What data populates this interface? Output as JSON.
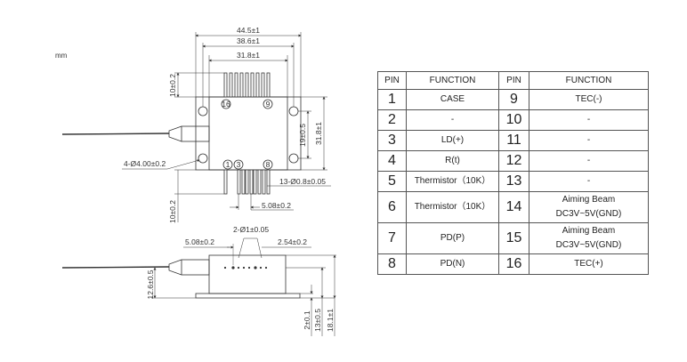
{
  "unit_label": "mm",
  "dimensions": {
    "top_view": {
      "width_outer": "44.5±1",
      "width_holes": "38.6±1",
      "width_body": "31.8±1",
      "pin_length_top": "10±0.2",
      "pin_length_bottom": "10±0.2",
      "hole_spacing": "19±0.5",
      "height": "31.8±1",
      "mount_holes": "4-Ø4.00±0.2",
      "pins": "13-Ø0.8±0.05",
      "pin_pitch": "5.08±0.2",
      "pin_labels": [
        "16",
        "9",
        "1",
        "3",
        "8"
      ]
    },
    "side_view": {
      "large_pins": "2-Ø1±0.05",
      "pitch_left": "5.08±0.2",
      "pitch_right": "2.54±0.2",
      "fiber_height": "12.6±0.5",
      "flange_thickness": "2±0.1",
      "pin_height": "13±0.5",
      "total_height": "18.1±1"
    }
  },
  "pin_table": {
    "headers": [
      "PIN",
      "FUNCTION",
      "PIN",
      "FUNCTION"
    ],
    "rows": [
      {
        "pin_a": "1",
        "fn_a": "CASE",
        "pin_b": "9",
        "fn_b": "TEC(-)"
      },
      {
        "pin_a": "2",
        "fn_a": "-",
        "pin_b": "10",
        "fn_b": "-"
      },
      {
        "pin_a": "3",
        "fn_a": "LD(+)",
        "pin_b": "11",
        "fn_b": "-"
      },
      {
        "pin_a": "4",
        "fn_a": "R(t)",
        "pin_b": "12",
        "fn_b": "-"
      },
      {
        "pin_a": "5",
        "fn_a": "Thermistor（10K）",
        "pin_b": "13",
        "fn_b": "-"
      },
      {
        "pin_a": "6",
        "fn_a": "Thermistor（10K）",
        "pin_b": "14",
        "fn_b_line1": "Aiming Beam",
        "fn_b_line2": "DC3V~5V(GND)"
      },
      {
        "pin_a": "7",
        "fn_a": "PD(P)",
        "pin_b": "15",
        "fn_b_line1": "Aiming Beam",
        "fn_b_line2": "DC3V~5V(GND)"
      },
      {
        "pin_a": "8",
        "fn_a": "PD(N)",
        "pin_b": "16",
        "fn_b": "TEC(+)"
      }
    ]
  }
}
